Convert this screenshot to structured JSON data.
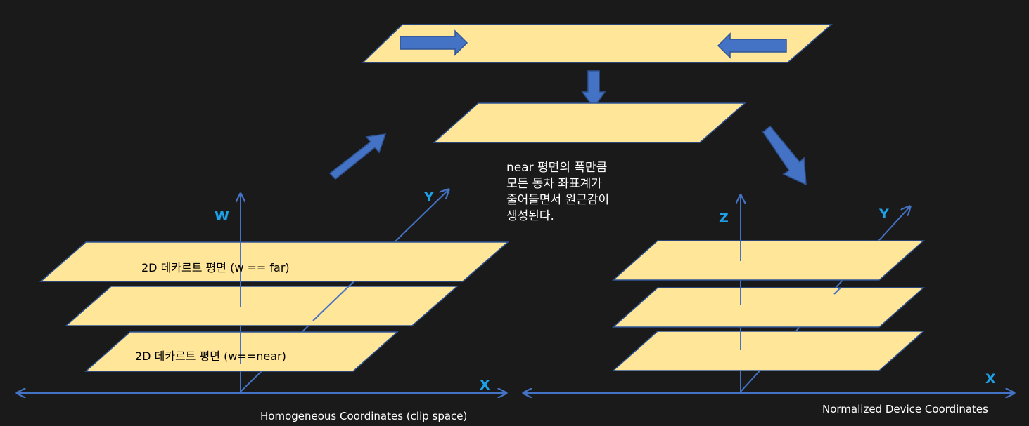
{
  "colors": {
    "background": "#1a1a1a",
    "plane_fill": "#ffe699",
    "plane_stroke": "#2f5597",
    "axis": "#4472c4",
    "axis_label": "#1ea0e6",
    "arrow_fill": "#4472c4",
    "arrow_stroke": "#2f5597",
    "text": "#ffffff"
  },
  "left_diagram": {
    "axis_w": "W",
    "axis_y": "Y",
    "axis_x": "X",
    "plane_far_label": "2D 데카르트 평면 (w == far)",
    "plane_near_label": "2D 데카르트 평면 (w==near)",
    "caption": "Homogeneous Coordinates (clip space)"
  },
  "right_diagram": {
    "axis_z": "Z",
    "axis_y": "Y",
    "axis_x": "X",
    "caption": "Normalized Device Coordinates"
  },
  "note_lines": [
    "near 평면의 폭만큼",
    "모든 동차 좌표계가",
    "줄어들면서 원근감이",
    "생성된다."
  ]
}
